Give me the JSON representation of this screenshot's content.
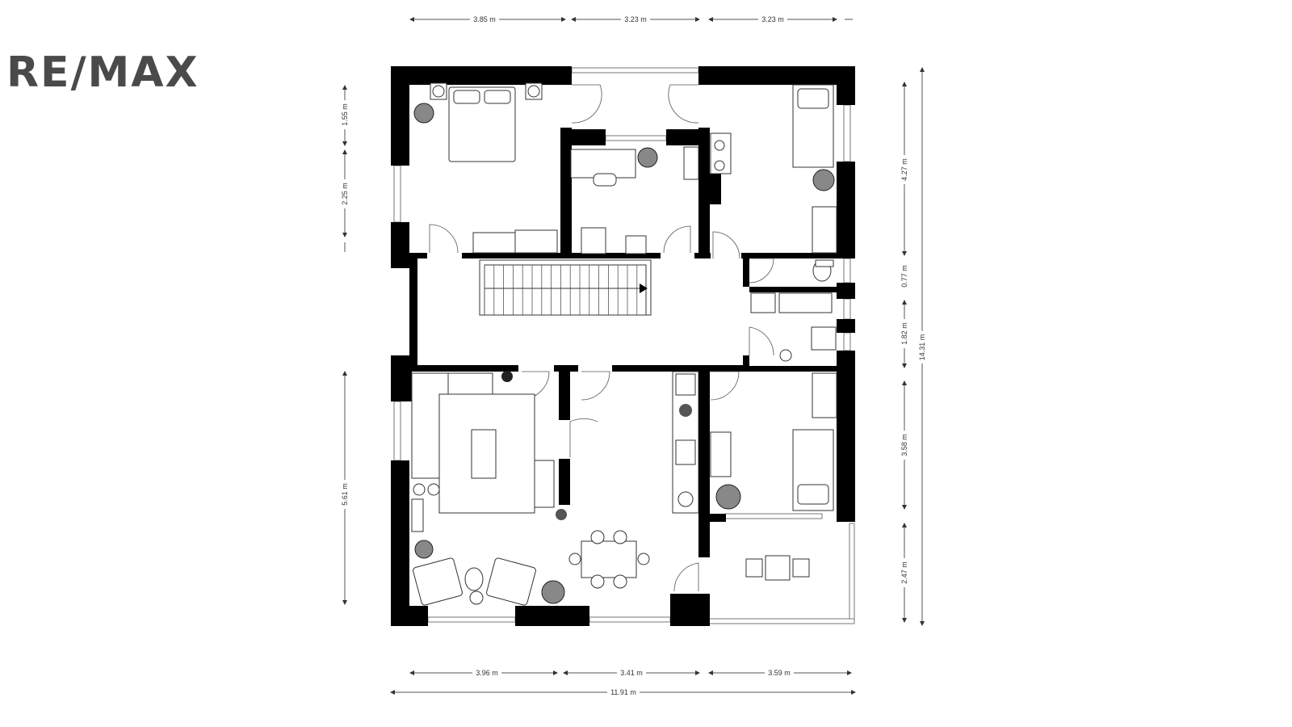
{
  "logo": "RE/MAX",
  "dimensions": {
    "top": [
      "3.85 m",
      "3.23 m",
      "3.23 m"
    ],
    "bottom": [
      "3.96 m",
      "3.41 m",
      "3.59 m"
    ],
    "total_width": "11.91 m",
    "left": [
      "1.55 m",
      "2.25 m",
      "5.61 m"
    ],
    "right": [
      "4.27 m",
      "0.77 m",
      "1.82 m",
      "3.58 m",
      "2.47 m"
    ],
    "total_height": "14.31 m"
  }
}
